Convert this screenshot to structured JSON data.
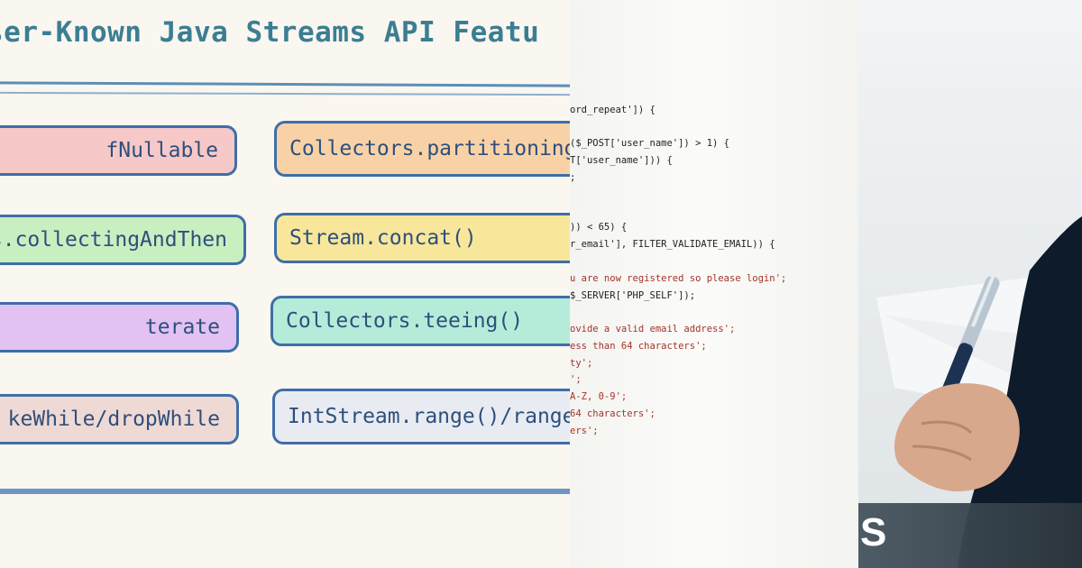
{
  "left_panel": {
    "title": "ser-Known Java Streams API Featu",
    "features": [
      {
        "label": "fNullable"
      },
      {
        "label": "s.collectingAndThen"
      },
      {
        "label": "terate"
      },
      {
        "label": "keWhile/dropWhile"
      },
      {
        "label": "Collectors.partitioning"
      },
      {
        "label": "Stream.concat()"
      },
      {
        "label": "Collectors.teeing()"
      },
      {
        "label": "IntStream.range()/range"
      }
    ]
  },
  "code_panel": {
    "lines": [
      "ord_repeat']) {",
      "($_POST['user_name']) > 1) {",
      "T['user_name'])) {",
      ";",
      ")) < 65) {",
      "r_email'], FILTER_VALIDATE_EMAIL)) {",
      "u are now registered so please login';",
      "$_SERVER['PHP_SELF']);",
      "ovide a valid email address';",
      "ess than 64 characters';",
      "ty';",
      "';",
      "A-Z, 0-9';",
      "64 characters';",
      "ers';"
    ]
  },
  "photo_panel": {
    "banner_text": "S"
  },
  "colors": {
    "title": "#3b7e93",
    "pill_border": "#3f6ea8",
    "pill_text": "#2e4f7c",
    "code_red": "#a3332b"
  }
}
